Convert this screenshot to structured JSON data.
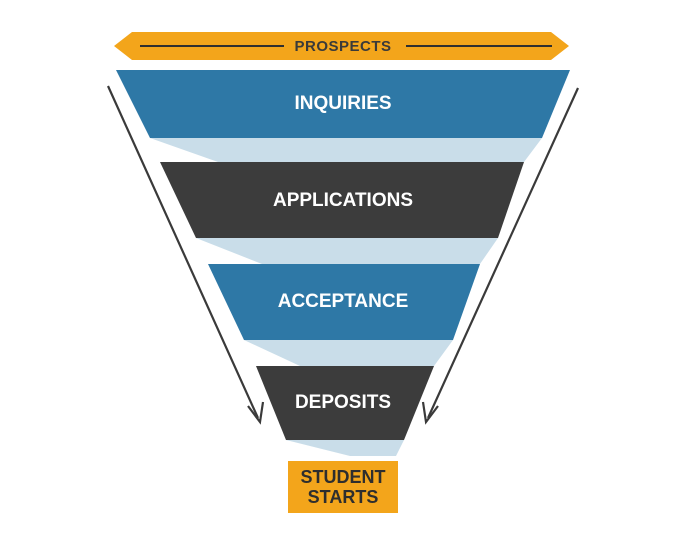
{
  "banner": {
    "label": "PROSPECTS"
  },
  "stages": [
    {
      "label": "INQUIRIES",
      "color": "#2e78a6"
    },
    {
      "label": "APPLICATIONS",
      "color": "#3c3c3c"
    },
    {
      "label": "ACCEPTANCE",
      "color": "#2e78a6"
    },
    {
      "label": "DEPOSITS",
      "color": "#3c3c3c"
    }
  ],
  "result": {
    "line1": "STUDENT",
    "line2": "STARTS"
  },
  "colors": {
    "accent": "#f3a51b",
    "ribbon": "#c9dde9",
    "arrow": "#3a3a3a"
  }
}
